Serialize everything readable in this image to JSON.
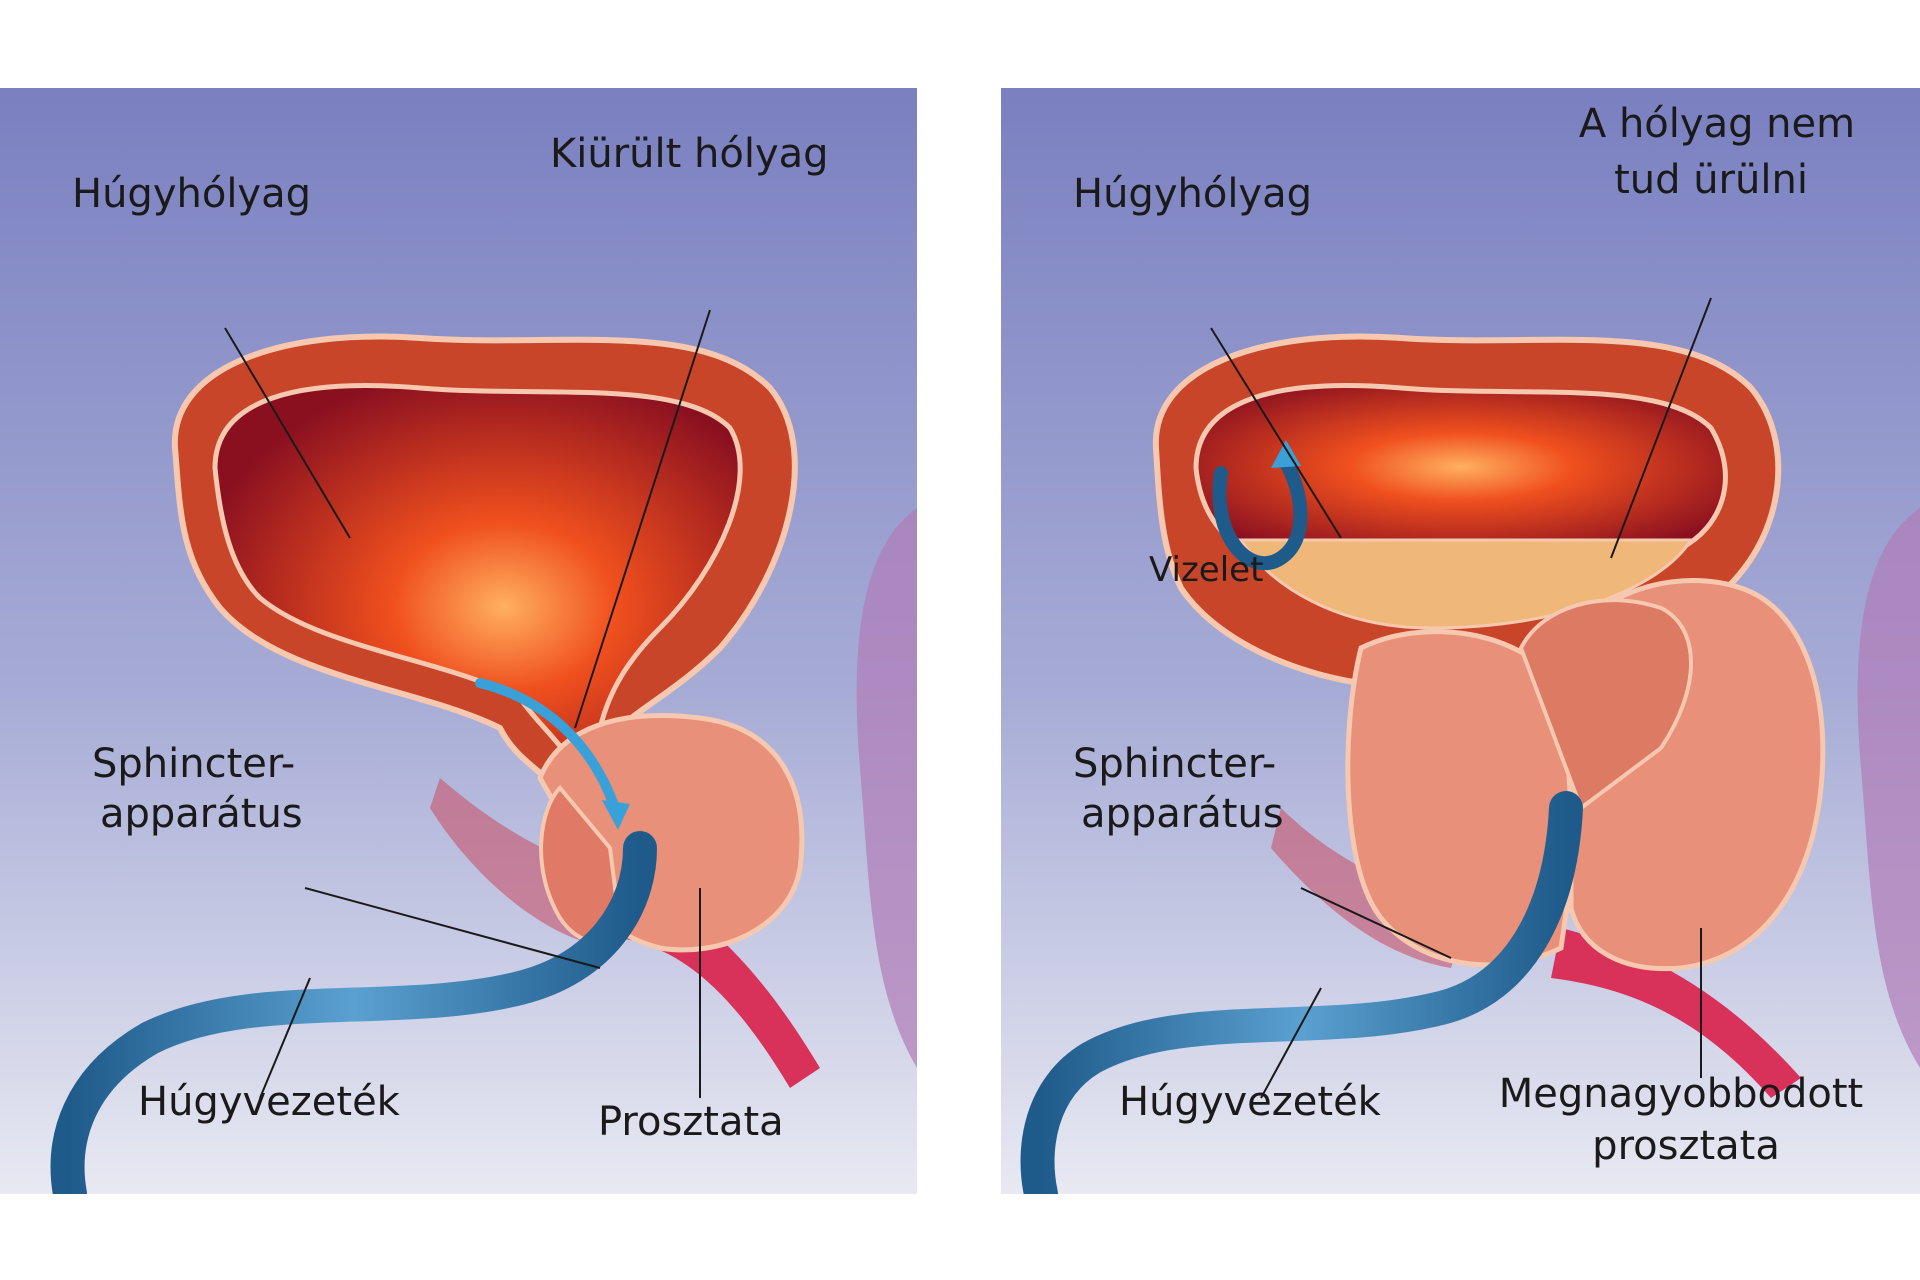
{
  "left_panel": {
    "bladder_label": "Húgyhólyag",
    "emptied_label": "Kiürült hólyag",
    "sphincter_line1": "Sphincter-",
    "sphincter_line2": "apparátus",
    "urethra_label": "Húgyvezeték",
    "prostate_label": "Prosztata"
  },
  "right_panel": {
    "bladder_label": "Húgyhólyag",
    "cannot_empty_line1": "A hólyag nem",
    "cannot_empty_line2": "tud ürülni",
    "urine_label": "Vizelet",
    "sphincter_line1": "Sphincter-",
    "sphincter_line2": "apparátus",
    "urethra_label": "Húgyvezeték",
    "enlarged_line1": "Megnagyobbodott",
    "enlarged_line2": "prosztata"
  },
  "colors": {
    "background_top": "#7a80c0",
    "background_bottom": "#e6e7f0",
    "bladder_wall": "#c8452a",
    "bladder_inner": "#e8401c",
    "prostate": "#e8907a",
    "urethra": "#2a6a9a",
    "arrow": "#3aa0d8",
    "urine": "#f0b878"
  }
}
